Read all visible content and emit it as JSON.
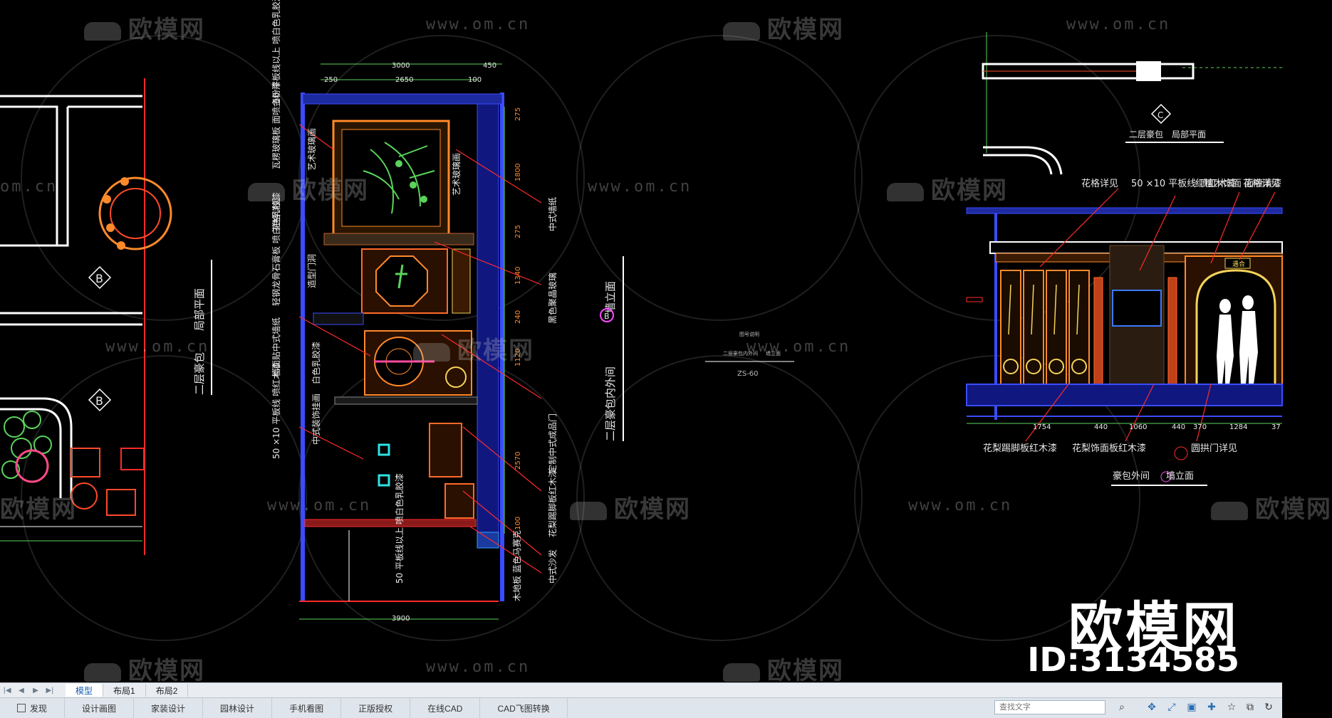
{
  "watermarks": {
    "brand": "欧模网",
    "url": "www.om.cn",
    "url_partial": "om.cn",
    "big_brand": "欧模网",
    "id_text": "ID:3134585"
  },
  "drawing": {
    "plan_left_title": "二层豪包",
    "plan_left_subtitle": "局部平面",
    "marker_b": "B",
    "marker_c": "C",
    "dims_top": {
      "total": "3000",
      "right": "450",
      "a": "250",
      "b": "2650",
      "c": "100"
    },
    "dim_bottom": "3900",
    "dims_right_vertical": [
      "275",
      "1800",
      "275",
      "1340",
      "240",
      "1120",
      "2570",
      "100"
    ],
    "labels_left": [
      "50 平板线以上 喷白色乳胶漆",
      "瓦楞玻璃板 面喷金粉漆",
      "艺术玻璃画",
      "花格详见",
      "轻钢龙骨石膏板 喷白色乳胶漆",
      "造型门洞",
      "墙面贴中式墙纸",
      "白色乳胶漆",
      "50 ×10 平板线 喷红木漆",
      "中式装饰挂画"
    ],
    "labels_right": [
      "中式墙纸",
      "艺术玻璃画",
      "黑色聚晶玻璃",
      "定制中式成品门",
      "花梨踢脚板红木漆",
      "中式沙发",
      "木地板 蓝色马赛克"
    ],
    "label_bottom_center": "50 平板线以上 喷白色乳胶漆",
    "elev_title": "二层豪包内外间",
    "elev_subtitle": "墙立面",
    "small_ref": {
      "line1": "图号说明",
      "line2": "二层豪包内外间",
      "line3": "墙立面",
      "code": "ZS-60"
    },
    "right_plan_title": "二层豪包",
    "right_plan_subtitle": "局部平面",
    "right_elev_labels_top": [
      "花格详见",
      "50 ×10 平板线 喷红木漆",
      "红檀木饰面 面喷清漆",
      "花格详见"
    ],
    "right_elev_labels_bottom": [
      "花梨踢脚板红木漆",
      "花梨饰面板红木漆",
      "圆拱门详见"
    ],
    "right_elev_dims": [
      "1754",
      "440",
      "1060",
      "440",
      "370",
      "1284",
      "37"
    ],
    "right_elev_title": "豪包外间",
    "right_elev_subtitle": "墙立面",
    "plaque": "遇合"
  },
  "layout_tabs": {
    "items": [
      {
        "label": "模型",
        "active": true
      },
      {
        "label": "布局1",
        "active": false
      },
      {
        "label": "布局2",
        "active": false
      }
    ]
  },
  "toolbar": {
    "items": [
      {
        "label": "发现",
        "icon": "grid-icon"
      },
      {
        "label": "设计画图"
      },
      {
        "label": "家装设计"
      },
      {
        "label": "园林设计"
      },
      {
        "label": "手机看图"
      },
      {
        "label": "正版授权"
      },
      {
        "label": "在线CAD"
      },
      {
        "label": "CAD飞图转换"
      }
    ],
    "search_placeholder": "查找文字",
    "tool_icons": [
      "search-icon",
      "snap-icon",
      "zoom-extent-icon",
      "layer-icon",
      "crosshair-icon",
      "star-icon",
      "3d-box-icon",
      "rotate-icon"
    ]
  },
  "colors": {
    "background": "#000000",
    "cad_red": "#ff2a2a",
    "cad_white": "#ffffff",
    "cad_blue": "#3a4cff",
    "cad_orange": "#ff8a2a",
    "cad_yellow": "#f4d35a",
    "cad_green": "#5ad35a",
    "cad_cyan": "#30e0e0",
    "text_white": "#e8e8e8"
  }
}
